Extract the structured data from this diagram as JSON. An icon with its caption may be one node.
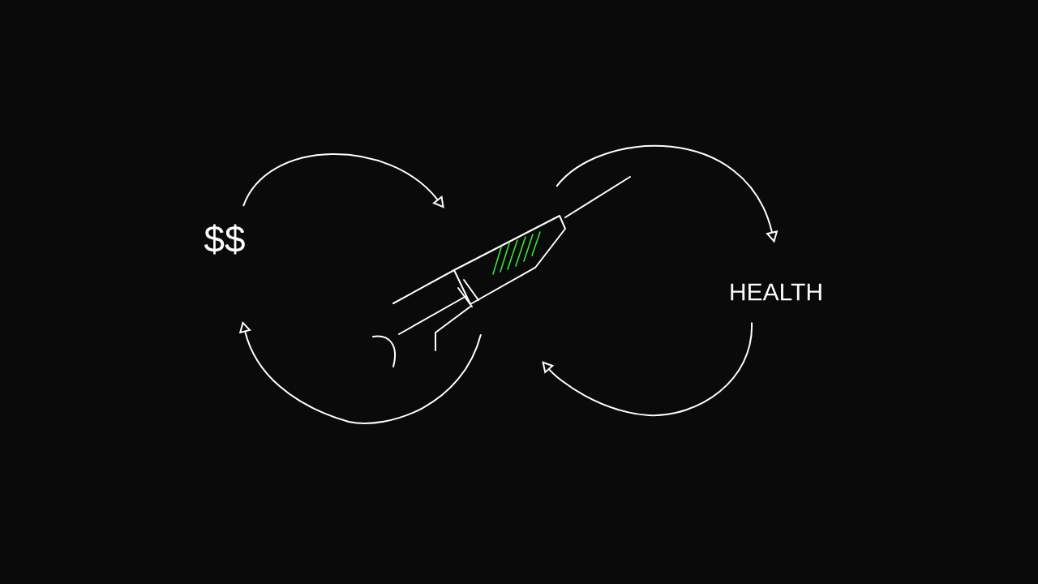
{
  "diagram": {
    "nodes": [
      {
        "text": [
          "$$"
        ]
      },
      {
        "text": [],
        "shape": "picture"
      },
      {
        "text": [
          "HEALTH"
        ]
      }
    ],
    "edges": [
      {
        "from": 0,
        "to": 1,
        "arrow": "to"
      },
      {
        "from": 1,
        "to": 0,
        "arrow": "to"
      },
      {
        "from": 1,
        "to": 2,
        "arrow": "to"
      },
      {
        "from": 2,
        "to": 1,
        "arrow": "to"
      }
    ]
  }
}
